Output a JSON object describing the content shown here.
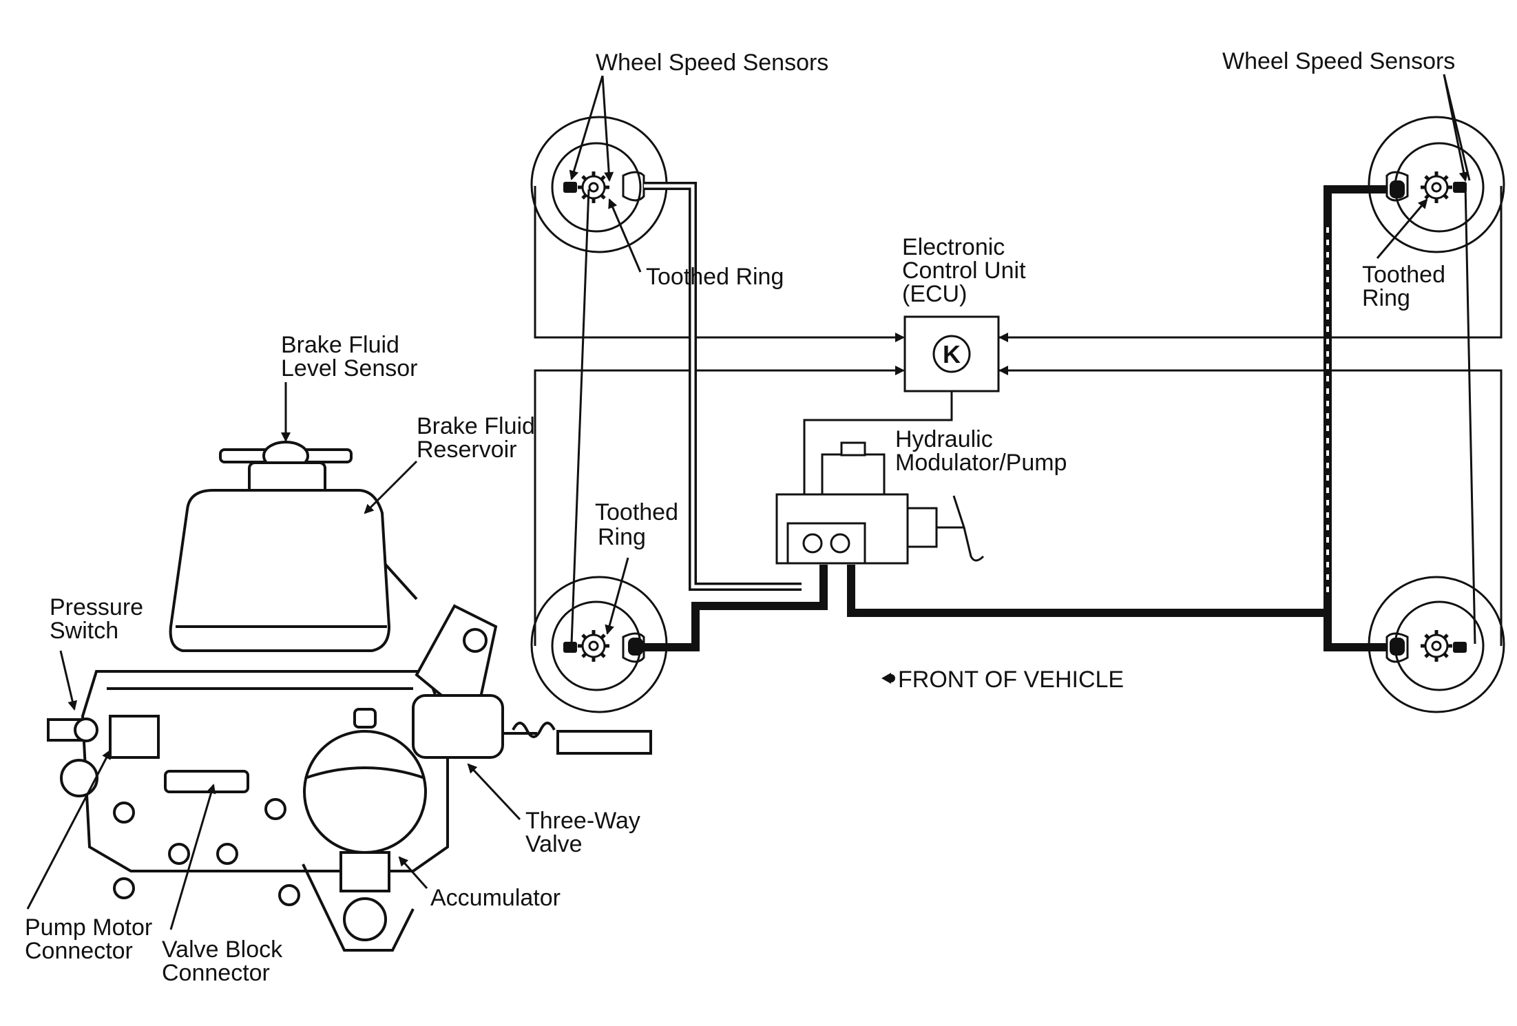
{
  "labels": {
    "wheel_speed_sensors_left": "Wheel Speed Sensors",
    "wheel_speed_sensors_right": "Wheel Speed Sensors",
    "toothed_ring_front_left": "Toothed Ring",
    "toothed_ring_front_right": [
      "Toothed",
      "Ring"
    ],
    "toothed_ring_rear_left": [
      "Toothed",
      "Ring"
    ],
    "ecu": [
      "Electronic",
      "Control Unit",
      "(ECU)"
    ],
    "ecu_symbol": "K",
    "hydraulic_modulator": [
      "Hydraulic",
      "Modulator/Pump"
    ],
    "front_of_vehicle": "FRONT OF VEHICLE",
    "brake_fluid_level_sensor": [
      "Brake Fluid",
      "Level Sensor"
    ],
    "brake_fluid_reservoir": [
      "Brake Fluid",
      "Reservoir"
    ],
    "pressure_switch": [
      "Pressure",
      "Switch"
    ],
    "three_way_valve": [
      "Three-Way",
      "Valve"
    ],
    "accumulator": "Accumulator",
    "pump_motor_connector": [
      "Pump Motor",
      "Connector"
    ],
    "valve_block_connector": [
      "Valve Block",
      "Connector"
    ]
  }
}
